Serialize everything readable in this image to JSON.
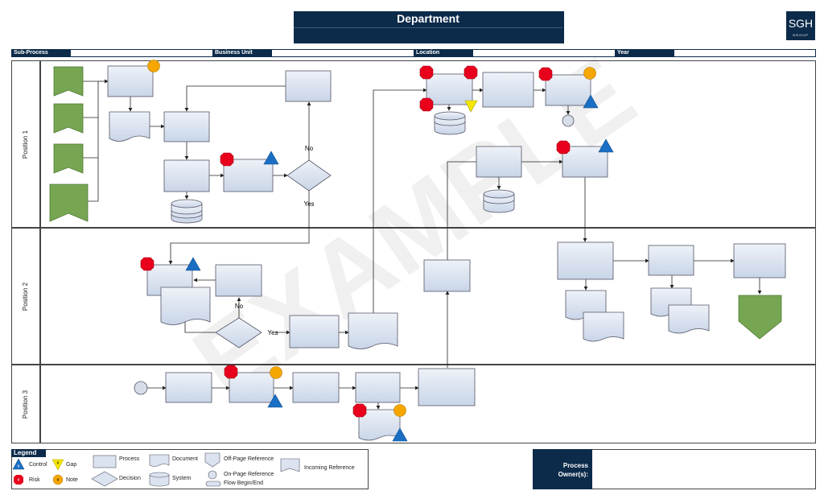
{
  "header": {
    "title": "Department",
    "logo_text": "SGH",
    "logo_sub": "GROUP"
  },
  "meta": {
    "sub_process": "Sub-Process",
    "business_unit": "Business Unit",
    "location": "Location",
    "year": "Year"
  },
  "lanes": [
    "Position 1",
    "Position 2",
    "Position 3"
  ],
  "watermark": "EXAMPLE",
  "flow_labels": {
    "no1": "No",
    "yes1": "Yes",
    "no2": "No",
    "yes2": "Yes"
  },
  "legend": {
    "title": "Legend",
    "control": "Control",
    "gap": "Gap",
    "risk": "Risk",
    "note": "Note",
    "process": "Process",
    "decision": "Decision",
    "document": "Document",
    "system": "System",
    "off_page": "Off-Page Reference",
    "on_page": "On-Page Reference",
    "flow": "Flow Begin/End",
    "incoming": "Incoming Reference",
    "marker": "#"
  },
  "owner": {
    "label_line1": "Process",
    "label_line2": "Owner(s):"
  },
  "colors": {
    "navy": "#0c2b4a",
    "risk": "#e8001c",
    "control": "#1a6fc4",
    "note": "#f5a700",
    "gap": "#f5e600",
    "green": "#77a653",
    "process_fill": "#dbe3f0"
  }
}
